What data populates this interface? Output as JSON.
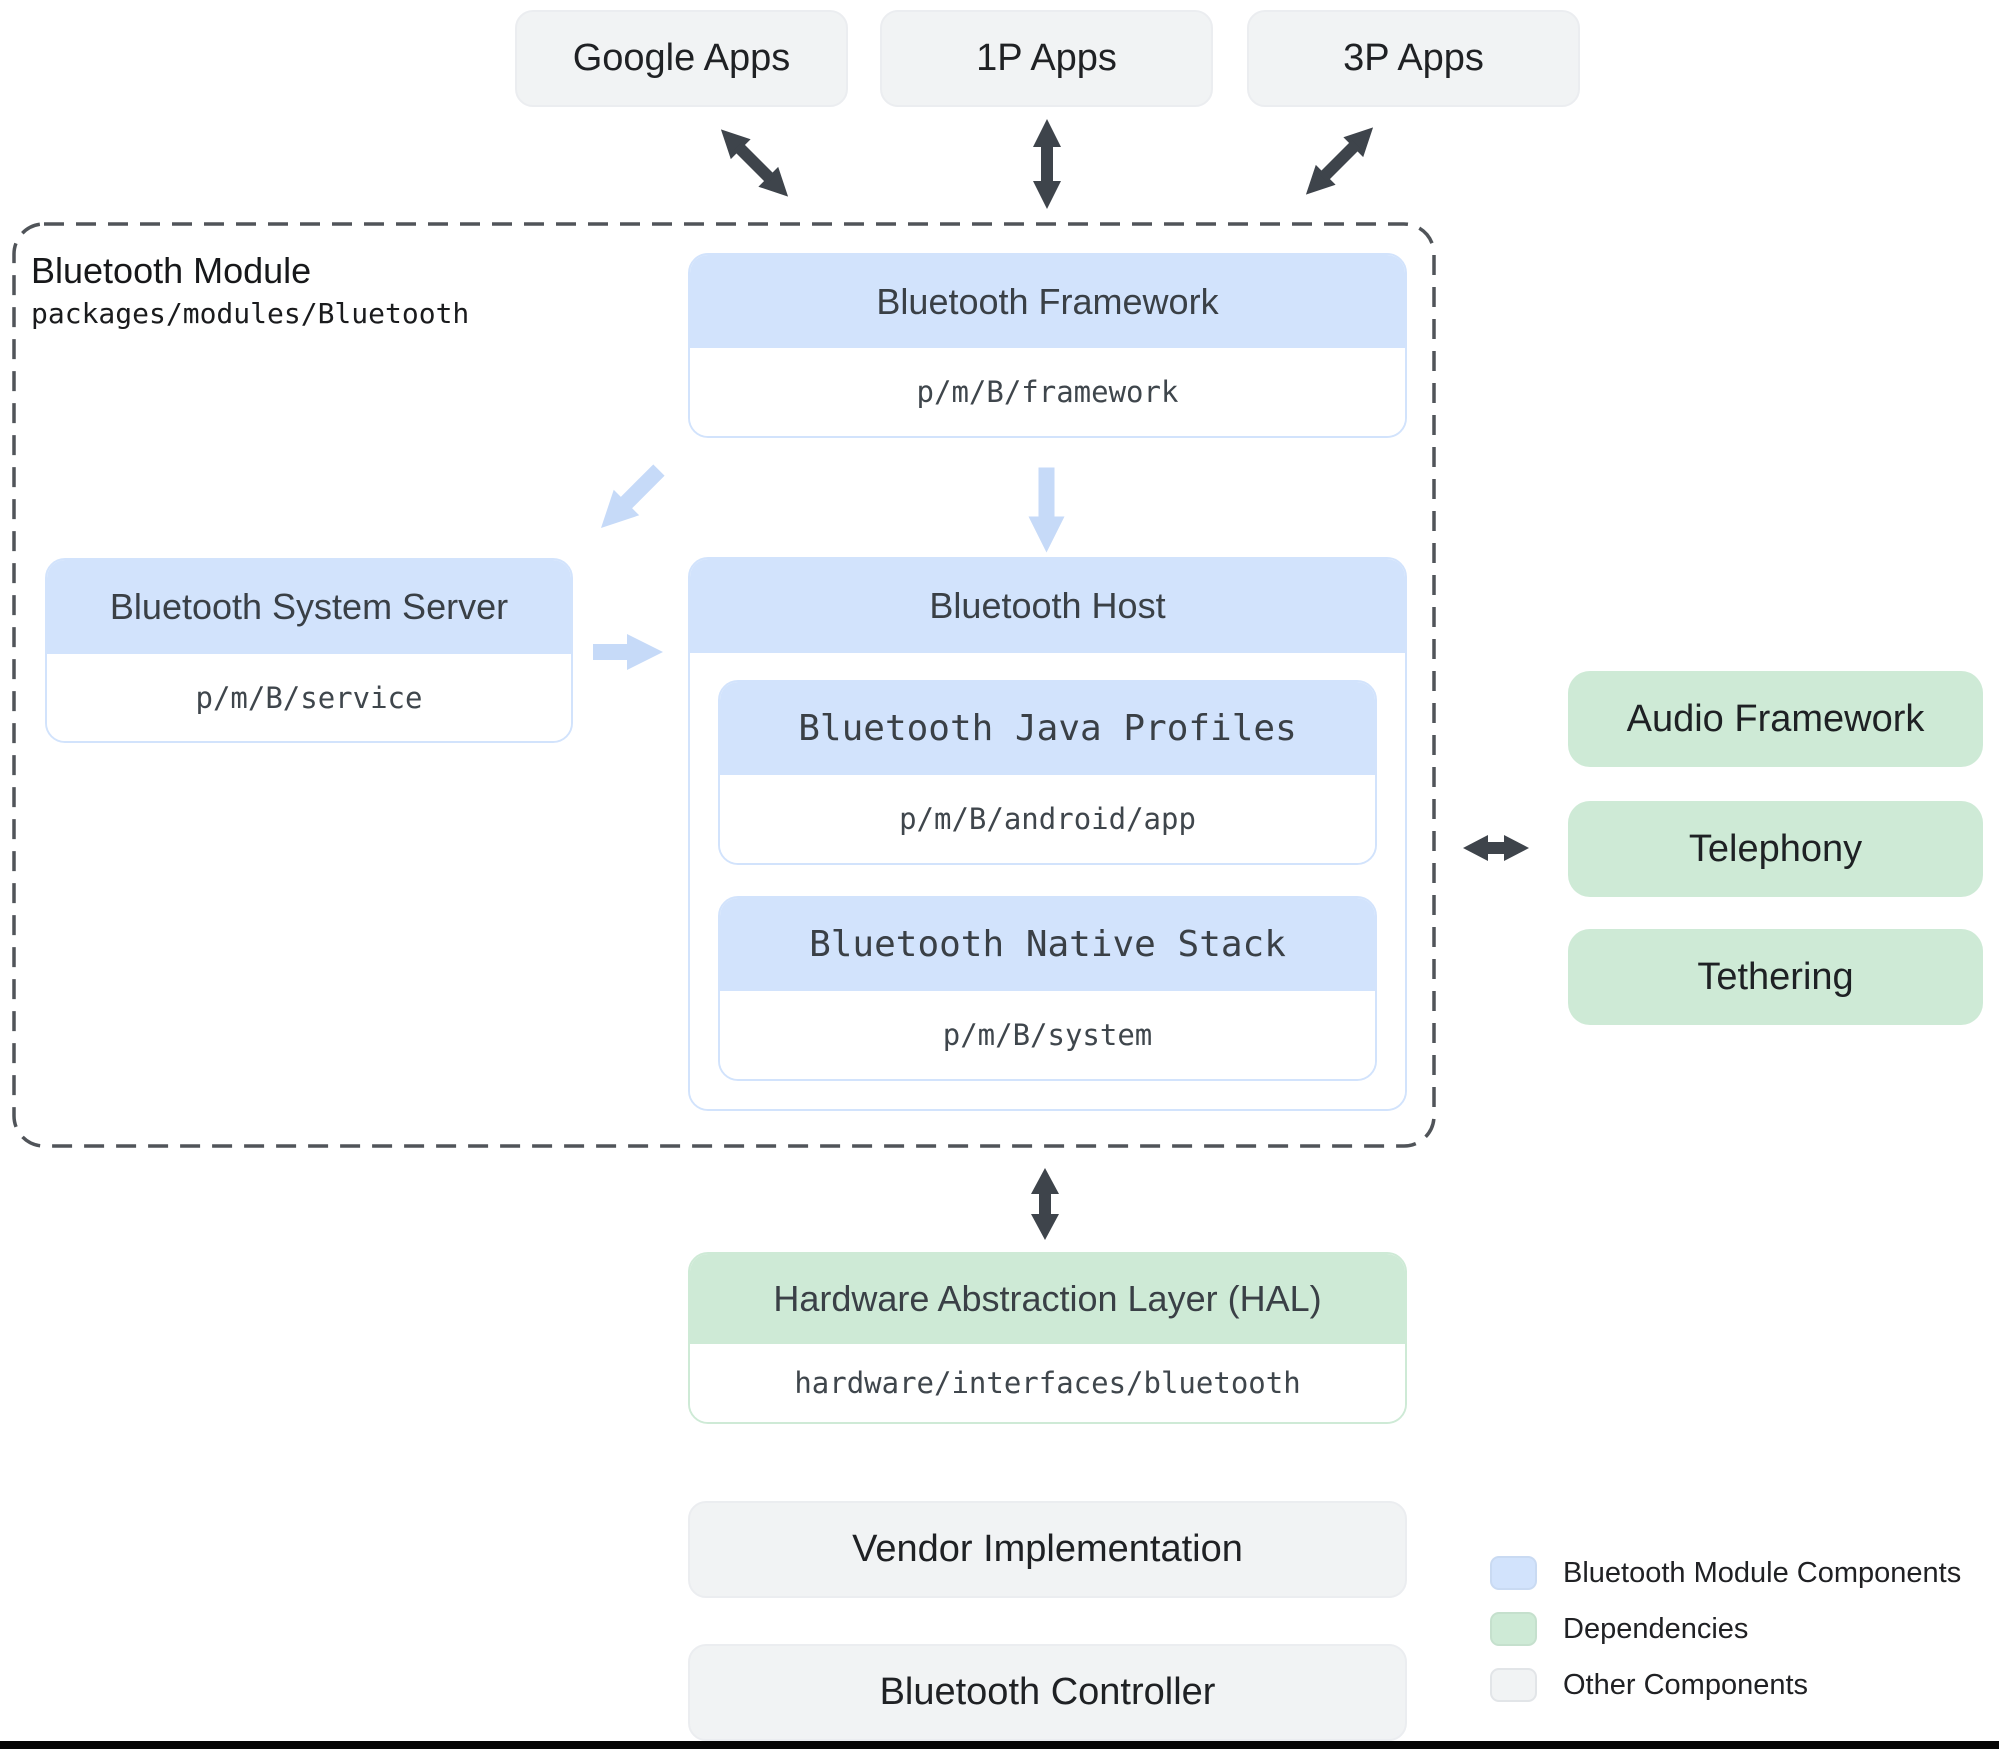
{
  "top_apps": [
    {
      "label": "Google Apps"
    },
    {
      "label": "1P Apps"
    },
    {
      "label": "3P Apps"
    }
  ],
  "module": {
    "title": "Bluetooth Module",
    "path": "packages/modules/Bluetooth",
    "framework": {
      "title": "Bluetooth Framework",
      "path": "p/m/B/framework"
    },
    "system_server": {
      "title": "Bluetooth System Server",
      "path": "p/m/B/service"
    },
    "host": {
      "title": "Bluetooth Host",
      "java_profiles": {
        "title": "Bluetooth Java Profiles",
        "path": "p/m/B/android/app"
      },
      "native_stack": {
        "title": "Bluetooth Native Stack",
        "path": "p/m/B/system"
      }
    }
  },
  "dependencies": [
    {
      "label": "Audio Framework"
    },
    {
      "label": "Telephony"
    },
    {
      "label": "Tethering"
    }
  ],
  "hal": {
    "title": "Hardware Abstraction Layer (HAL)",
    "path": "hardware/interfaces/bluetooth"
  },
  "other_components": [
    {
      "label": "Vendor Implementation"
    },
    {
      "label": "Bluetooth Controller"
    }
  ],
  "legend": [
    {
      "label": "Bluetooth Module Components",
      "color": "#d2e3fc"
    },
    {
      "label": "Dependencies",
      "color": "#ceead6"
    },
    {
      "label": "Other Components",
      "color": "#f1f3f4"
    }
  ],
  "colors": {
    "module_fill": "#d2e3fc",
    "dependency_fill": "#ceead6",
    "other_fill": "#f1f3f4",
    "arrow_dark": "#3e444b",
    "arrow_blue": "#c6daf8",
    "dashed_border": "#505459"
  }
}
